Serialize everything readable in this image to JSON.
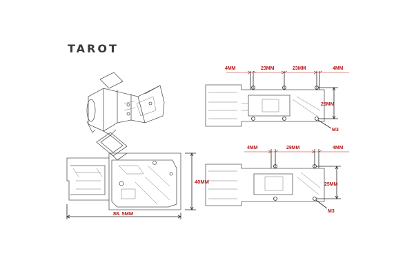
{
  "logo": "TAROT",
  "dims": {
    "top_4mm_left": "4MM",
    "top_23mm_1": "23MM",
    "top_23mm_2": "23MM",
    "top_4mm_right": "4MM",
    "top_25mm": "25MM",
    "top_m3": "M3",
    "mid_4mm_left": "4MM",
    "mid_29mm": "29MM",
    "mid_4mm_right": "4MM",
    "mid_25mm": "25MM",
    "mid_m3": "M3",
    "side_40mm": "40MM",
    "side_885mm": "88. 5MM"
  },
  "colors": {
    "dimension": "#b11a1a",
    "outline": "#555555"
  }
}
